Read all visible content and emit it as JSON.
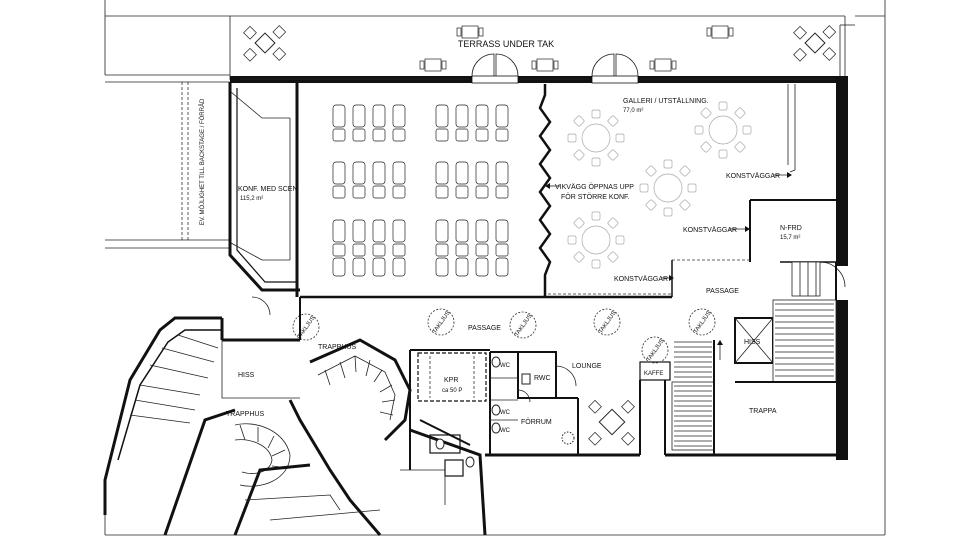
{
  "rooms": {
    "terrace": "TERRASS UNDER TAK",
    "gallery": "GALLERI / UTSTÄLLNING.",
    "gallery_area": "77,0 m²",
    "conference": "KONF. MED SCEN",
    "conference_area": "115,2 m²",
    "backstage_note": "EV. MÖJLIGHET TILL BACKSTAGE / FÖRRÅD",
    "partition_line1": "VIKVÄGG ÖPPNAS UPP",
    "partition_line2": "FÖR STÖRRE KONF.",
    "art_walls_1": "KONSTVÄGGAR",
    "art_walls_2": "KONSTVÄGGAR",
    "art_walls_3": "KONSTVÄGGAR",
    "nfrd": "N-FRD",
    "nfrd_area": "15,7 m²",
    "passage_right": "PASSAGE",
    "passage_center": "PASSAGE",
    "lounge": "LOUNGE",
    "kpr": "KPR",
    "kpr_cap": "ca 50 P",
    "rwc": "RWC",
    "forrum": "FÖRRUM",
    "wc": "WC",
    "stair_left": "TRAPPHUS",
    "stair_center": "TRAPPHUS",
    "lift_left": "HISS",
    "lift_right": "HISS",
    "stair_right": "TRAPPA",
    "cafe": "KAFFE",
    "ceiling_light": "TAKLJUS"
  }
}
